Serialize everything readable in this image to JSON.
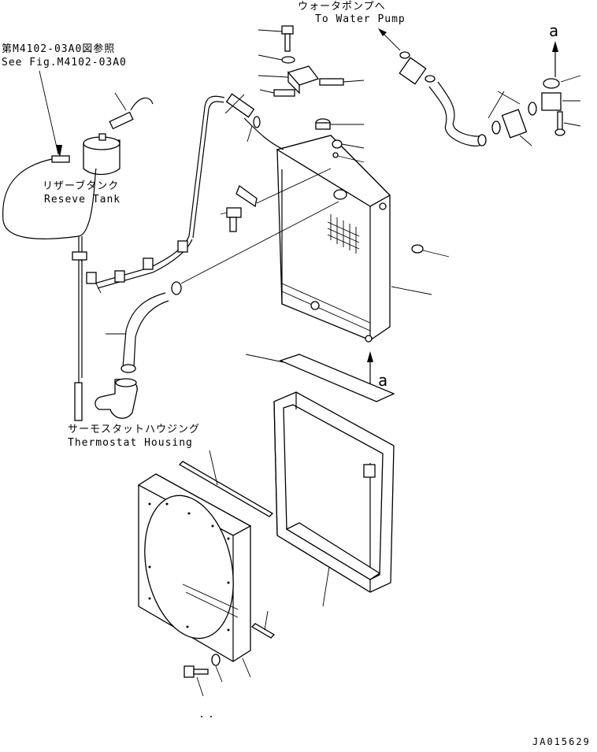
{
  "labels": {
    "water_pump_jp": "ウォータポンプへ",
    "water_pump_en": "To Water Pump",
    "see_fig_jp": "第M4102-03A0図参照",
    "see_fig_en": "See Fig.M4102-03A0",
    "reserve_tank_jp": "リザーブタンク",
    "reserve_tank_en": "Reseve Tank",
    "thermostat_jp": "サーモスタットハウジング",
    "thermostat_en": "Thermostat Housing",
    "view_a_top": "a",
    "view_a_bottom": "a",
    "drawing_code": "JA015629"
  }
}
